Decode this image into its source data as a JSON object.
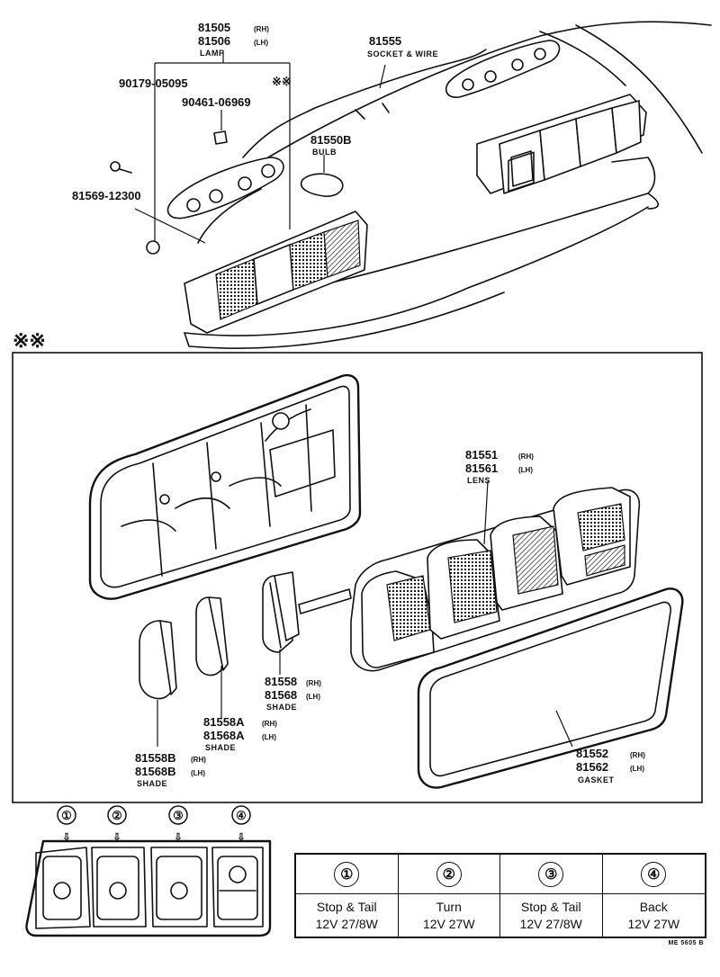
{
  "parts": {
    "lamp": {
      "no_rh": "81505",
      "tag_rh": "(RH)",
      "no_lh": "81506",
      "tag_lh": "(LH)",
      "name": "LAMP"
    },
    "socket_wire": {
      "no": "81555",
      "name": "SOCKET & WIRE"
    },
    "nut": {
      "no": "90179-05095"
    },
    "clip": {
      "no": "90461-06969"
    },
    "bulb": {
      "no": "81550B",
      "name": "BULB"
    },
    "screw": {
      "no": "81569-12300"
    },
    "lens": {
      "no_rh": "81551",
      "tag_rh": "(RH)",
      "no_lh": "81561",
      "tag_lh": "(LH)",
      "name": "LENS"
    },
    "shade_a": {
      "no_rh": "81558",
      "tag_rh": "(RH)",
      "no_lh": "81568",
      "tag_lh": "(LH)",
      "name": "SHADE"
    },
    "shade_b": {
      "no_rh": "81558A",
      "tag_rh": "(RH)",
      "no_lh": "81568A",
      "tag_lh": "(LH)",
      "name": "SHADE"
    },
    "shade_c": {
      "no_rh": "81558B",
      "tag_rh": "(RH)",
      "no_lh": "81568B",
      "tag_lh": "(LH)",
      "name": "SHADE"
    },
    "gasket": {
      "no_rh": "81552",
      "tag_rh": "(RH)",
      "no_lh": "81562",
      "tag_lh": "(LH)",
      "name": "GASKET"
    }
  },
  "detail_mark": "※※",
  "positions": [
    "①",
    "②",
    "③",
    "④"
  ],
  "legend": [
    {
      "num": "①",
      "function": "Stop & Tail",
      "bulb": "12V 27/8W"
    },
    {
      "num": "②",
      "function": "Turn",
      "bulb": "12V 27W"
    },
    {
      "num": "③",
      "function": "Stop & Tail",
      "bulb": "12V 27/8W"
    },
    {
      "num": "④",
      "function": "Back",
      "bulb": "12V 27W"
    }
  ],
  "code_ref": "ME 5605 B"
}
